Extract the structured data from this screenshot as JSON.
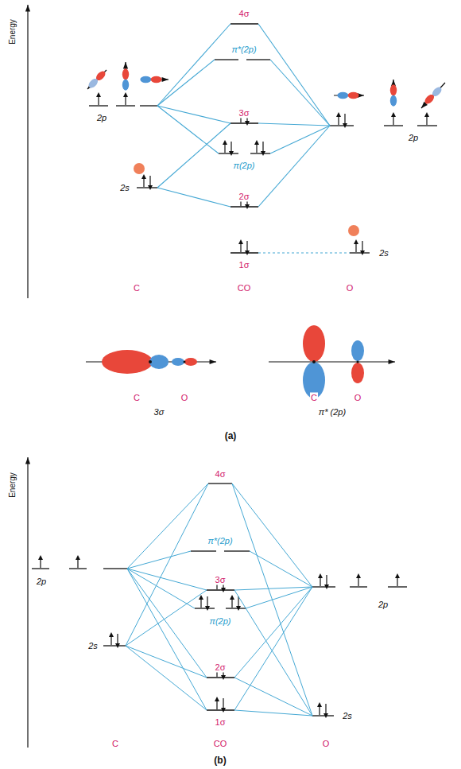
{
  "diagram": {
    "labels": [
      "Energy",
      "2p",
      "2s",
      "4σ",
      "π*(2p)",
      "3σ",
      "π(2p)",
      "2σ",
      "1σ",
      "2p",
      "2s",
      "C",
      "CO",
      "O",
      "C",
      "O",
      "3σ",
      "C",
      "O",
      "π* (2p)",
      "(a)",
      "Energy",
      "2p",
      "2s",
      "4σ",
      "π*(2p)",
      "3σ",
      "π(2p)",
      "2σ",
      "1σ",
      "2p",
      "2s",
      "C",
      "CO",
      "O",
      "(b)"
    ]
  }
}
